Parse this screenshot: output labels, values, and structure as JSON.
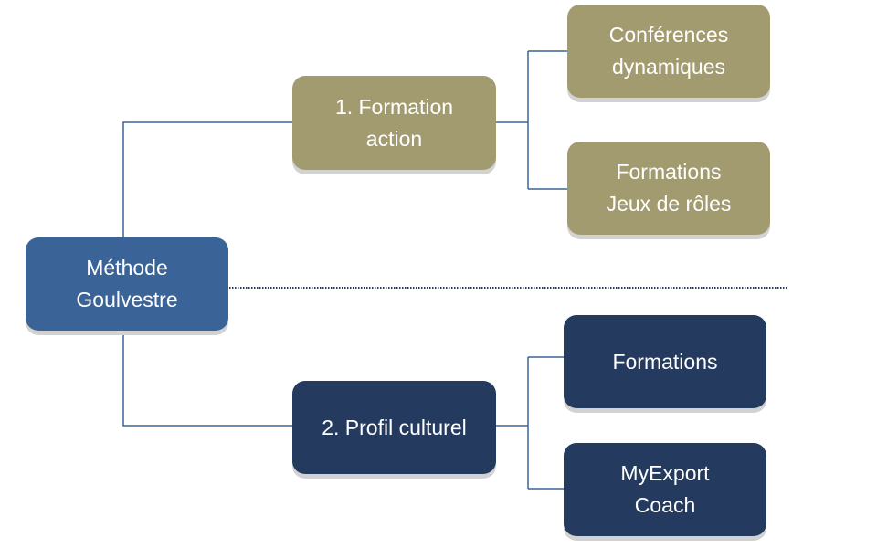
{
  "root": {
    "label": "Méthode\nGoulvestre"
  },
  "branches": [
    {
      "label": "1. Formation\naction",
      "children": [
        {
          "label": "Conférences\ndynamiques"
        },
        {
          "label": "Formations\nJeux de rôles"
        }
      ]
    },
    {
      "label": "2. Profil culturel",
      "children": [
        {
          "label": "Formations"
        },
        {
          "label": "MyExport\nCoach"
        }
      ]
    }
  ],
  "colors": {
    "root": "#3a6397",
    "branch_1": "#a39b70",
    "branch_2": "#243a5e",
    "connector": "#3a6397",
    "divider": "#243a5e"
  }
}
